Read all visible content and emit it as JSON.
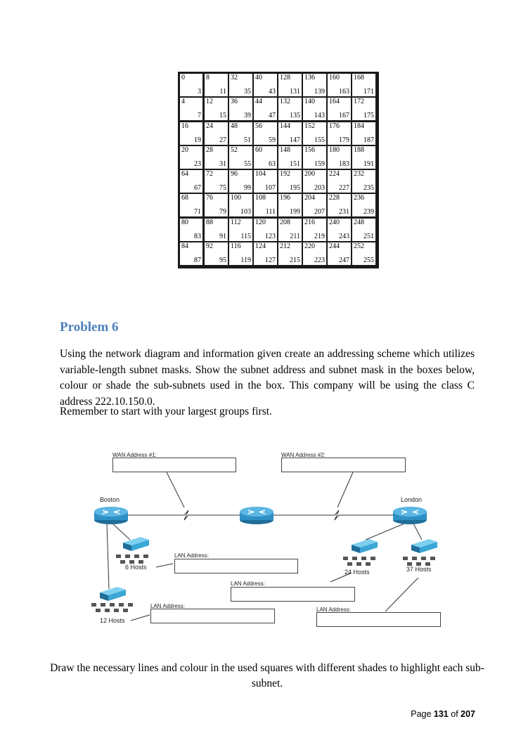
{
  "subnet_grid": {
    "rows": [
      [
        [
          0,
          3
        ],
        [
          8,
          11
        ],
        [
          32,
          35
        ],
        [
          40,
          43
        ],
        [
          128,
          131
        ],
        [
          136,
          139
        ],
        [
          160,
          163
        ],
        [
          168,
          171
        ]
      ],
      [
        [
          4,
          7
        ],
        [
          12,
          15
        ],
        [
          36,
          39
        ],
        [
          44,
          47
        ],
        [
          132,
          135
        ],
        [
          140,
          143
        ],
        [
          164,
          167
        ],
        [
          172,
          175
        ]
      ],
      [
        [
          16,
          19
        ],
        [
          24,
          27
        ],
        [
          48,
          51
        ],
        [
          56,
          59
        ],
        [
          144,
          147
        ],
        [
          152,
          155
        ],
        [
          176,
          179
        ],
        [
          184,
          187
        ]
      ],
      [
        [
          20,
          23
        ],
        [
          28,
          31
        ],
        [
          52,
          55
        ],
        [
          60,
          63
        ],
        [
          148,
          151
        ],
        [
          156,
          159
        ],
        [
          180,
          183
        ],
        [
          188,
          191
        ]
      ],
      [
        [
          64,
          67
        ],
        [
          72,
          75
        ],
        [
          96,
          99
        ],
        [
          104,
          107
        ],
        [
          192,
          195
        ],
        [
          200,
          203
        ],
        [
          224,
          227
        ],
        [
          232,
          235
        ]
      ],
      [
        [
          68,
          71
        ],
        [
          76,
          79
        ],
        [
          100,
          103
        ],
        [
          108,
          111
        ],
        [
          196,
          199
        ],
        [
          204,
          207
        ],
        [
          228,
          231
        ],
        [
          236,
          239
        ]
      ],
      [
        [
          80,
          83
        ],
        [
          88,
          91
        ],
        [
          112,
          115
        ],
        [
          120,
          123
        ],
        [
          208,
          211
        ],
        [
          216,
          219
        ],
        [
          240,
          243
        ],
        [
          248,
          251
        ]
      ],
      [
        [
          84,
          87
        ],
        [
          92,
          95
        ],
        [
          116,
          119
        ],
        [
          124,
          127
        ],
        [
          212,
          215
        ],
        [
          220,
          223
        ],
        [
          244,
          247
        ],
        [
          252,
          255
        ]
      ]
    ]
  },
  "problem_title": "Problem 6",
  "paragraph": "Using the network diagram and information given create an addressing scheme which utilizes variable-length subnet masks. Show the subnet address and subnet mask in the boxes below, colour or shade the sub-subnets used in the box. This company will be using the class C address 222.10.150.0.",
  "reminder": "Remember to start with your largest groups first.",
  "diagram": {
    "wan1_label": "WAN Address #1:",
    "wan2_label": "WAN Address #2:",
    "boston": "Boston",
    "london": "London",
    "lan_label": "LAN Address:",
    "hosts_6": "6 Hosts",
    "hosts_12": "12 Hosts",
    "hosts_24": "24 Hosts",
    "hosts_37": "37 Hosts"
  },
  "instruction": "Draw the necessary lines and colour in the used squares with different shades to highlight each sub-subnet.",
  "page": {
    "prefix": "Page ",
    "current": "131",
    "middle": " of ",
    "total": "207"
  },
  "colors": {
    "heading": "#4f81bd",
    "router": "#2e8fc4",
    "switch": "#3aa6d6"
  }
}
